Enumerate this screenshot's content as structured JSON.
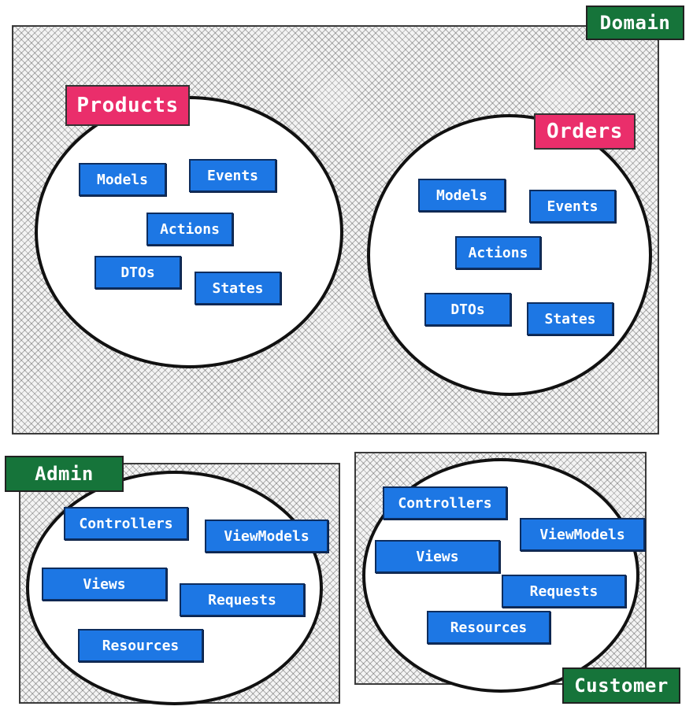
{
  "diagram": {
    "domain": {
      "label": "Domain",
      "products": {
        "label": "Products",
        "items": [
          "Models",
          "Events",
          "Actions",
          "DTOs",
          "States"
        ]
      },
      "orders": {
        "label": "Orders",
        "items": [
          "Models",
          "Events",
          "Actions",
          "DTOs",
          "States"
        ]
      }
    },
    "admin": {
      "label": "Admin",
      "items": [
        "Controllers",
        "ViewModels",
        "Views",
        "Requests",
        "Resources"
      ]
    },
    "customer": {
      "label": "Customer",
      "items": [
        "Controllers",
        "ViewModels",
        "Views",
        "Requests",
        "Resources"
      ]
    }
  },
  "colors": {
    "tag_green": "#16743a",
    "tag_pink": "#ea2e6b",
    "component_blue": "#1d77e4"
  }
}
